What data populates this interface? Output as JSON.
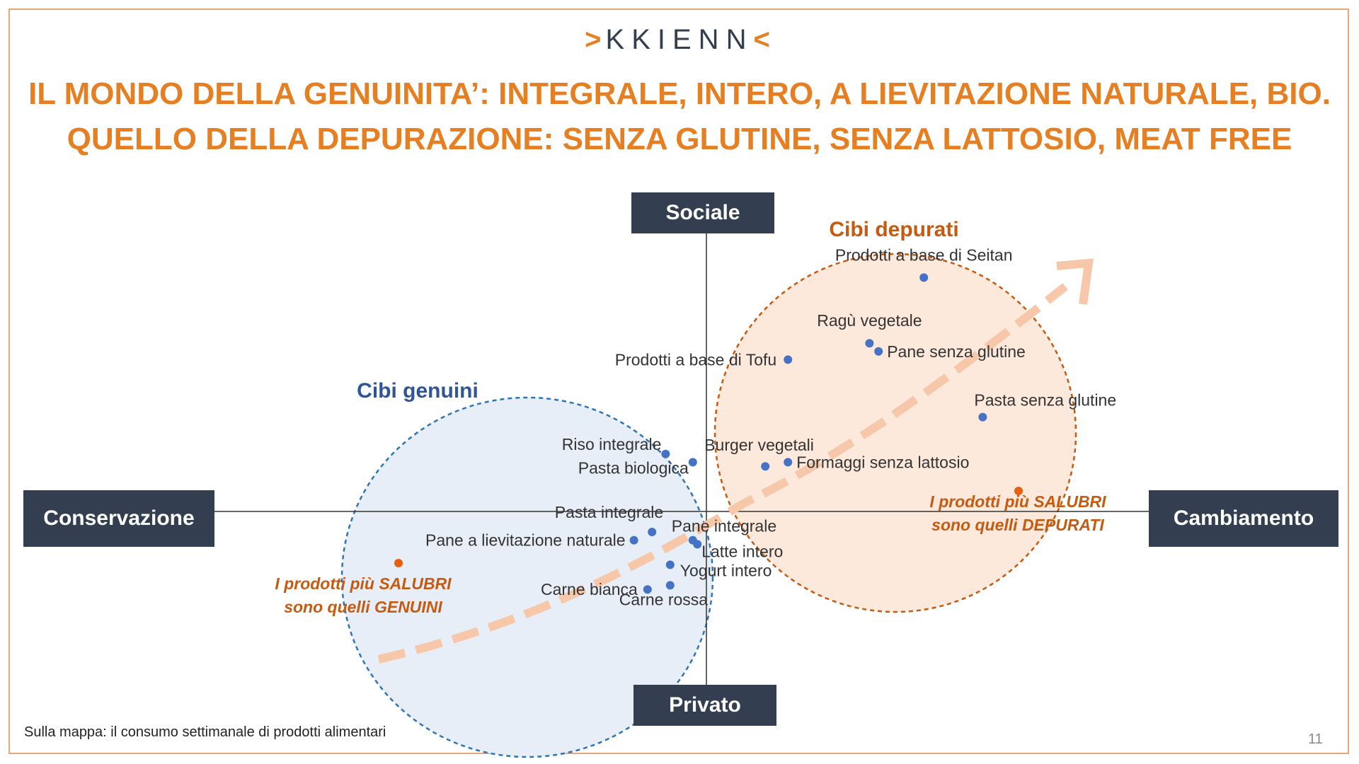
{
  "brand": {
    "logo_left": ">",
    "logo_text": "KKIENN",
    "logo_right": "<"
  },
  "title_line1": "IL MONDO DELLA GENUINITA’: INTEGRALE, INTERO, A LIEVITAZIONE NATURALE, BIO.",
  "title_line2": "QUELLO DELLA DEPURAZIONE: SENZA GLUTINE, SENZA LATTOSIO, MEAT FREE",
  "axes": {
    "top": "Sociale",
    "bottom": "Privato",
    "left": "Conservazione",
    "right": "Cambiamento"
  },
  "clusters": {
    "genuini": {
      "title": "Cibi genuini",
      "note1": "I prodotti più SALUBRI",
      "note2": "sono quelli GENUINI"
    },
    "depurati": {
      "title": "Cibi depurati",
      "note1": "I prodotti più SALUBRI",
      "note2": "sono quelli DEPURATI"
    }
  },
  "colors": {
    "accent": "#e67e22",
    "note_orange": "#c55a11",
    "point_blue": "#4472c4",
    "genuini_fill": "#e8eef8",
    "genuini_stroke": "#2e75b6",
    "depurati_fill": "#fde9dc",
    "depurati_stroke": "#c55a11",
    "axis_box": "#333f50",
    "arrow": "#f6c7a8"
  },
  "chart_data": {
    "type": "scatter",
    "x_axis": {
      "negative": "Conservazione",
      "positive": "Cambiamento"
    },
    "y_axis": {
      "negative": "Privato",
      "positive": "Sociale"
    },
    "points": [
      {
        "label": "Prodotti a base di Seitan",
        "x": 0.48,
        "y": 0.57
      },
      {
        "label": "Ragù vegetale",
        "x": 0.36,
        "y": 0.41
      },
      {
        "label": "Pane senza glutine",
        "x": 0.38,
        "y": 0.39
      },
      {
        "label": "Prodotti a base di Tofu",
        "x": 0.18,
        "y": 0.37
      },
      {
        "label": "Pasta senza glutine",
        "x": 0.61,
        "y": 0.23
      },
      {
        "label": "Burger vegetali",
        "x": 0.13,
        "y": 0.11
      },
      {
        "label": "Formaggi senza lattosio",
        "x": 0.18,
        "y": 0.12
      },
      {
        "label": "Riso integrale",
        "x": -0.09,
        "y": 0.14
      },
      {
        "label": "Pasta biologica",
        "x": -0.03,
        "y": 0.12
      },
      {
        "label": "Pasta integrale",
        "x": -0.12,
        "y": -0.05
      },
      {
        "label": "Pane a lievitazione naturale",
        "x": -0.16,
        "y": -0.07
      },
      {
        "label": "Pane integrale",
        "x": -0.03,
        "y": -0.07
      },
      {
        "label": "Latte intero",
        "x": -0.02,
        "y": -0.08
      },
      {
        "label": "Yogurt intero",
        "x": -0.08,
        "y": -0.13
      },
      {
        "label": "Carne bianca",
        "x": -0.13,
        "y": -0.19
      },
      {
        "label": "Carne rossa",
        "x": -0.08,
        "y": -0.18
      }
    ]
  },
  "footnote": "Sulla mappa: il consumo settimanale di prodotti alimentari",
  "page_number": "11"
}
